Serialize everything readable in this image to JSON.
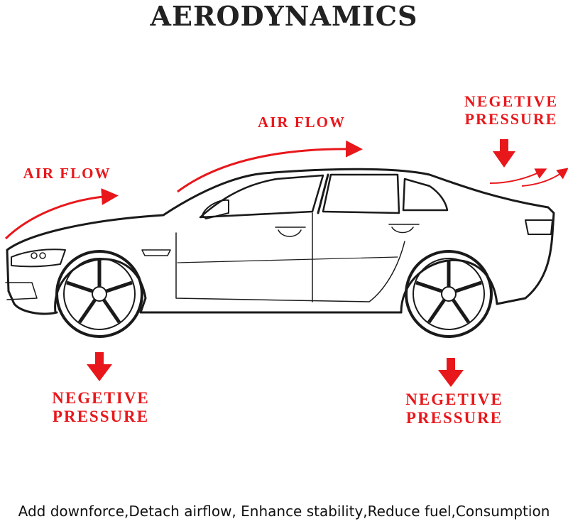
{
  "title": "AERODYNAMICS",
  "labels": {
    "air_flow_left": "AIR FLOW",
    "air_flow_top": "AIR FLOW",
    "neg_rear_top_1": "NEGETIVE",
    "neg_rear_top_2": "PRESSURE",
    "neg_front_bottom_1": "NEGETIVE",
    "neg_front_bottom_2": "PRESSURE",
    "neg_rear_bottom_1": "NEGETIVE",
    "neg_rear_bottom_2": "PRESSURE"
  },
  "caption": "Add downforce,Detach airflow, Enhance stability,Reduce fuel,Consumption",
  "colors": {
    "accent": "#e8171b",
    "ink": "#1a1a1a"
  }
}
